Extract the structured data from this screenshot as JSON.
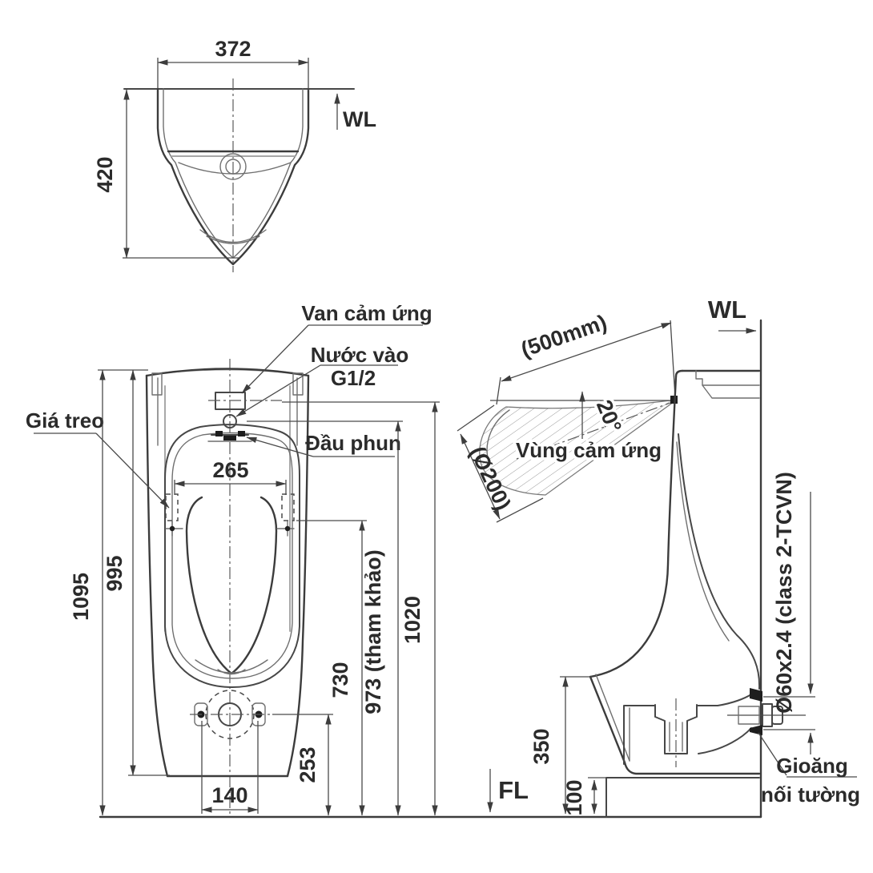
{
  "top_view": {
    "width": "372",
    "depth": "420",
    "water_line": "WL"
  },
  "front_view": {
    "sensor_valve": "Van cảm ứng",
    "water_inlet": "Nước vào",
    "water_inlet_size": "G1/2",
    "spray_head": "Đầu phun",
    "bracket": "Giá treo",
    "dim_bracket_span": "265",
    "dim_total_height": "1095",
    "dim_body_height": "995",
    "dim_rim_height": "730",
    "dim_ref_height": "973 (tham khảo)",
    "dim_inlet_height": "1020",
    "dim_drain_height": "253",
    "dim_bolt_span": "140"
  },
  "side_view": {
    "water_line": "WL",
    "floor_line": "FL",
    "sensor_range": "(500mm)",
    "sensor_diameter": "(Ø200)",
    "sensor_angle": "20°",
    "sensor_zone": "Vùng cảm ứng",
    "dim_outlet_height": "350",
    "dim_base_height": "100",
    "outlet_pipe_spec": "Ø60x2.4 (class 2-TCVN)",
    "gasket_label_1": "Gioăng",
    "gasket_label_2": "nối tường"
  }
}
